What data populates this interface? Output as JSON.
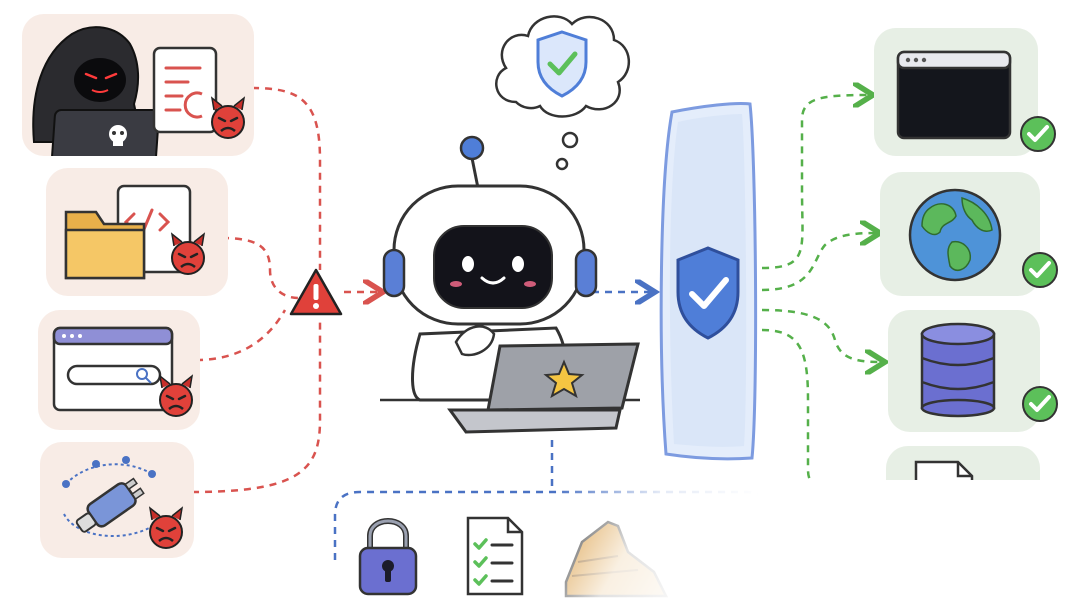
{
  "diagram": {
    "threat_sources": [
      {
        "name": "hacker-with-laptop",
        "icon": "hooded-hacker-laptop-skull-icon"
      },
      {
        "name": "malicious-code-files",
        "icon": "folder-code-file-icon"
      },
      {
        "name": "malicious-web-search",
        "icon": "browser-search-window-icon"
      },
      {
        "name": "hijacked-plugins",
        "icon": "plugin-connector-network-icon"
      }
    ],
    "warning_icon": "warning-triangle-icon",
    "agent_icon": "robot-with-laptop-icon",
    "thought_icon": "shield-check-thought-icon",
    "guard_icon": "glass-shield-barrier-icon",
    "protected_resources": [
      {
        "name": "terminal",
        "icon": "terminal-window-icon",
        "prompt_text": ">_",
        "checked": true
      },
      {
        "name": "web",
        "icon": "globe-icon",
        "checked": true
      },
      {
        "name": "database",
        "icon": "database-icon",
        "checked": true
      },
      {
        "name": "documents",
        "icon": "document-edit-icon",
        "checked": false
      }
    ],
    "policy_tools": [
      {
        "name": "lock",
        "icon": "padlock-icon"
      },
      {
        "name": "checklist",
        "icon": "checklist-icon"
      },
      {
        "name": "firewall",
        "icon": "brick-wall-icon"
      }
    ],
    "colors": {
      "threat_line": "#d9534f",
      "safe_line": "#55b04a",
      "policy_line": "#4a72c4",
      "threat_card": "#f8ece6",
      "safe_card": "#e7efe5",
      "shield_blue": "#4f7ed8",
      "check_green": "#5cc05a",
      "devil_red": "#e0413a"
    }
  }
}
